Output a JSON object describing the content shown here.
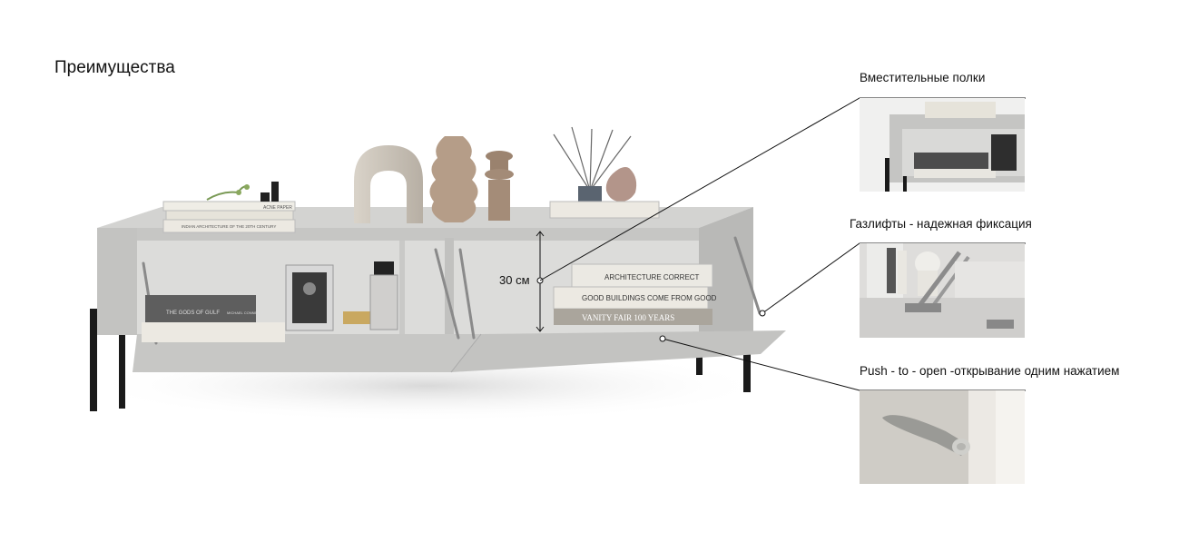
{
  "page": {
    "title": "Преимущества"
  },
  "dimension": {
    "height_label": "30 см"
  },
  "features": [
    {
      "label": "Вместительные полки",
      "icon": "shelf-photo"
    },
    {
      "label": "Газлифты - надежная фиксация",
      "icon": "gas-lift-photo"
    },
    {
      "label": "Push - to - open -открывание одним нажатием",
      "icon": "push-to-open-photo"
    }
  ],
  "books": {
    "left_stack": [
      "THE GODS OF GULF",
      "MICHAEL CONNELLY"
    ],
    "right_stack": [
      "ARCHITECTURE CORRECT",
      "GOOD BUILDINGS COME FROM GOOD",
      "VANITY FAIR 100 YEARS"
    ],
    "top_stack": [
      "ACNE PAPER",
      "INDIAN ARCHITECTURE OF THE 20TH CENTURY"
    ]
  },
  "colors": {
    "cabinet": "#c9c9c7",
    "legs": "#1a1a1a",
    "accent_line": "#111111"
  }
}
